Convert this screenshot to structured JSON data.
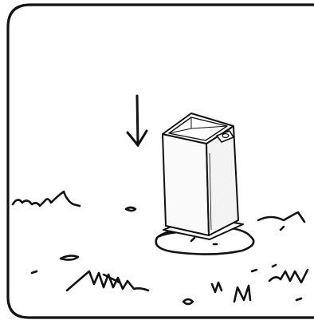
{
  "illustration": {
    "icons": [
      "panel-frame",
      "down-arrow-icon",
      "open-box-sleeve",
      "ground-hole-outline",
      "grass-tufts"
    ],
    "colors": {
      "line": "#111111",
      "fill": "#ffffff",
      "box_side": "#f3f3f3"
    }
  }
}
